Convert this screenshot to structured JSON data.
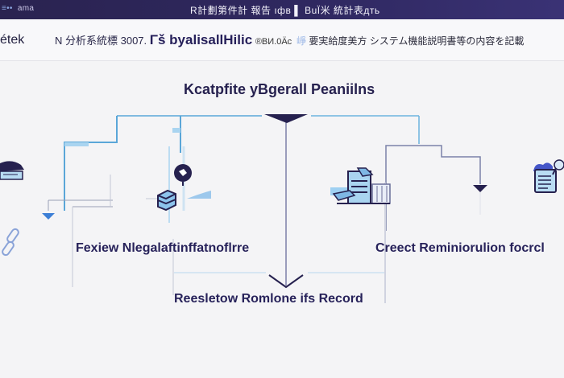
{
  "topbar": {
    "brand": "ama",
    "brand_prefix": "≡••",
    "title": "R計劃第件計 報告 ıфв ▌ BuÏ米 統計表дть"
  },
  "subbar": {
    "app_name": "étek",
    "nav_prefix": "N 分析系統標 3007.",
    "nav_bold": "Γš byalisallHilic",
    "nav_suffix": "®ВИ.0Äс",
    "nav_desc_accent": "崢",
    "nav_desc": "要実給度美方 システム機能説明書等の内容を記載"
  },
  "diagram": {
    "title": "Kcatpfite уBgerall Peaniilns",
    "nodes": [
      {
        "id": "left",
        "label": "Fexiew Nlegalaftinffatnoflrre",
        "icon": "stacked-layers-icon"
      },
      {
        "id": "right",
        "label": "Creect Reminiorulion focrcl",
        "icon": "document-report-icon"
      },
      {
        "id": "bottom",
        "label": "Reesletow Romlone ifs Record",
        "icon": "none"
      }
    ],
    "side_icons": [
      "archive-box-icon",
      "link-chain-icon",
      "chat-bubble-icon",
      "files-stack-icon",
      "clipboard-search-icon"
    ],
    "colors": {
      "navy": "#26214f",
      "accent_blue": "#5aa6d8",
      "light_blue": "#a9d4f0",
      "line_gray": "#9aa0b6",
      "arrow_blue": "#3c7fd6"
    }
  }
}
